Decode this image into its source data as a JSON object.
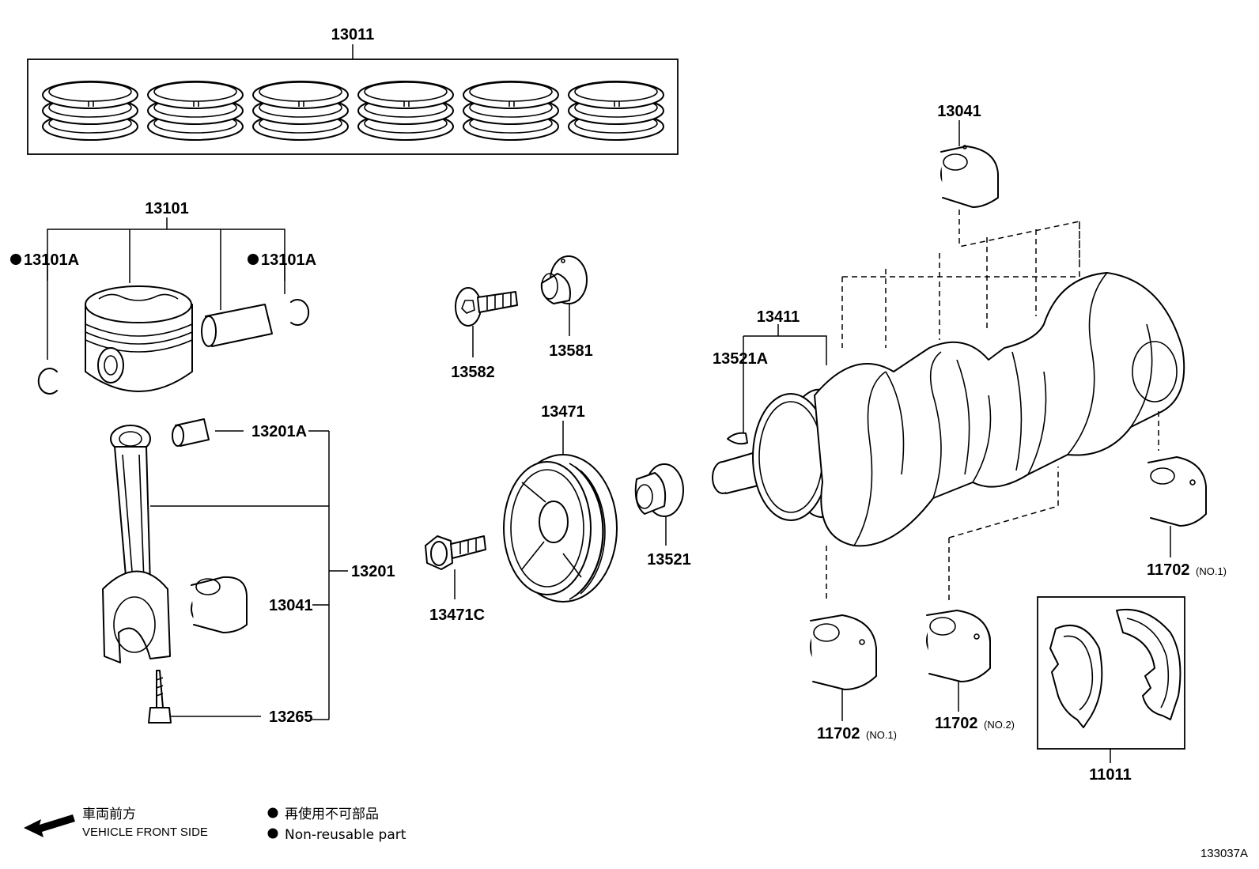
{
  "labels": {
    "piston_ring_set": "13011",
    "piston_sub_assy": "13101",
    "snap_ring_left": "13101A",
    "snap_ring_right": "13101A",
    "piston_pin_bushing": "13201A",
    "connecting_rod": "13201",
    "rod_bearing_left": "13041",
    "rod_bearing_top": "13041",
    "rod_bolt": "13265",
    "pulley_bolt": "13582",
    "pulley_washer": "13581",
    "crank_pulley": "13471",
    "pulley_set_bolt": "13471C",
    "timing_gear": "13521",
    "crankshaft": "13411",
    "crank_key": "13521A",
    "main_bearing_right": "11702",
    "main_bearing_right_note": "(NO.1)",
    "main_bearing_mid1": "11702",
    "main_bearing_mid1_note": "(NO.1)",
    "main_bearing_mid2": "11702",
    "main_bearing_mid2_note": "(NO.2)",
    "thrust_washer_set": "11011"
  },
  "legend": {
    "front_jp": "車両前方",
    "front_en": "VEHICLE FRONT SIDE",
    "nonreuse_jp": "再使用不可部品",
    "nonreuse_en": "Non-reusable part"
  },
  "diagram_ref": "133037A",
  "nonreusable_marker": "●"
}
